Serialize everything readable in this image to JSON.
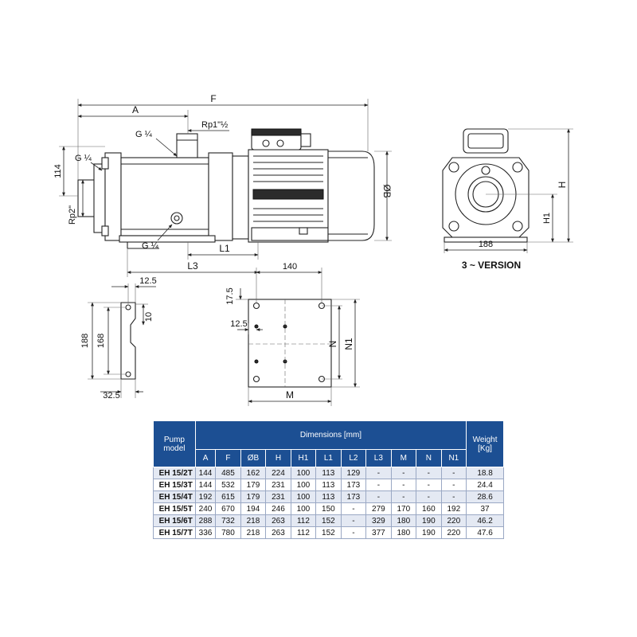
{
  "labels": {
    "F": "F",
    "A": "A",
    "rp1": "Rp1\"½",
    "g14_top": "G ¼",
    "g14_left": "G ¼",
    "g14_bottom": "G ¼",
    "d114": "114",
    "rp2": "Rp2\"",
    "l1": "L1",
    "l3": "L3",
    "ob": "ØB",
    "d188_top": "188",
    "h": "H",
    "h1": "H1",
    "version": "3 ~ VERSION",
    "d12_5_a": "12.5",
    "d10": "10",
    "d188_left": "188",
    "d168": "168",
    "d32_5": "32.5",
    "d140": "140",
    "d17_5": "17.5",
    "d12_5_b": "12.5",
    "n": "N",
    "n1": "N1",
    "m": "M"
  },
  "table": {
    "model_header": "Pump model",
    "dimensions_header": "Dimensions [mm]",
    "weight_header": "Weight [Kg]",
    "columns": [
      "A",
      "F",
      "ØB",
      "H",
      "H1",
      "L1",
      "L2",
      "L3",
      "M",
      "N",
      "N1"
    ],
    "rows": [
      {
        "model": "EH 15/2T",
        "values": [
          "144",
          "485",
          "162",
          "224",
          "100",
          "113",
          "129",
          "-",
          "-",
          "-",
          "-"
        ],
        "weight": "18.8"
      },
      {
        "model": "EH 15/3T",
        "values": [
          "144",
          "532",
          "179",
          "231",
          "100",
          "113",
          "173",
          "-",
          "-",
          "-",
          "-"
        ],
        "weight": "24.4"
      },
      {
        "model": "EH 15/4T",
        "values": [
          "192",
          "615",
          "179",
          "231",
          "100",
          "113",
          "173",
          "-",
          "-",
          "-",
          "-"
        ],
        "weight": "28.6"
      },
      {
        "model": "EH 15/5T",
        "values": [
          "240",
          "670",
          "194",
          "246",
          "100",
          "150",
          "-",
          "279",
          "170",
          "160",
          "192"
        ],
        "weight": "37"
      },
      {
        "model": "EH 15/6T",
        "values": [
          "288",
          "732",
          "218",
          "263",
          "112",
          "152",
          "-",
          "329",
          "180",
          "190",
          "220"
        ],
        "weight": "46.2"
      },
      {
        "model": "EH 15/7T",
        "values": [
          "336",
          "780",
          "218",
          "263",
          "112",
          "152",
          "-",
          "377",
          "180",
          "190",
          "220"
        ],
        "weight": "47.6"
      }
    ]
  }
}
